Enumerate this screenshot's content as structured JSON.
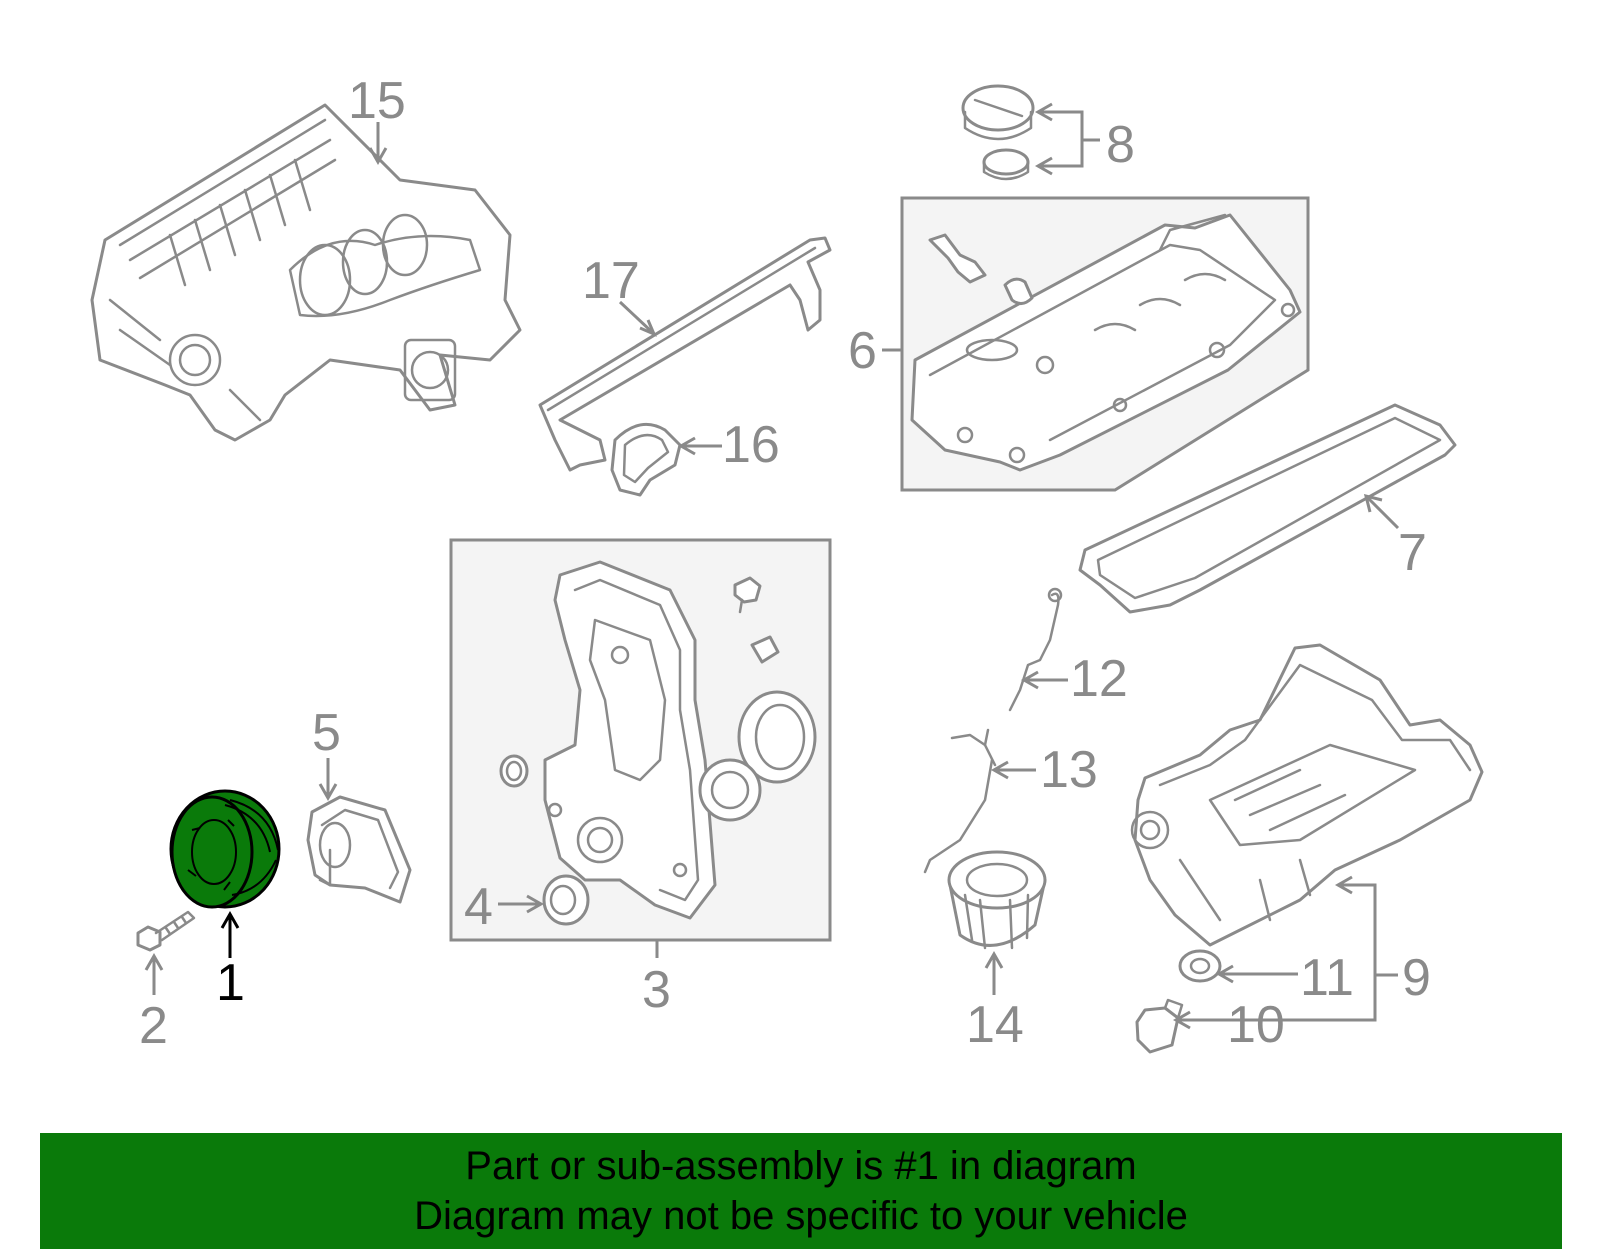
{
  "callouts": {
    "c1": "1",
    "c2": "2",
    "c3": "3",
    "c4": "4",
    "c5": "5",
    "c6": "6",
    "c7": "7",
    "c8": "8",
    "c9": "9",
    "c10": "10",
    "c11": "11",
    "c12": "12",
    "c13": "13",
    "c14": "14",
    "c15": "15",
    "c16": "16",
    "c17": "17"
  },
  "highlighted_part": "1",
  "colors": {
    "highlight": "#0a7a0a",
    "line": "#8a8a8a",
    "banner": "#0a7a0a"
  },
  "banner": {
    "line1": "Part or sub-assembly is #1 in diagram",
    "line2": "Diagram may not be specific to your vehicle"
  }
}
